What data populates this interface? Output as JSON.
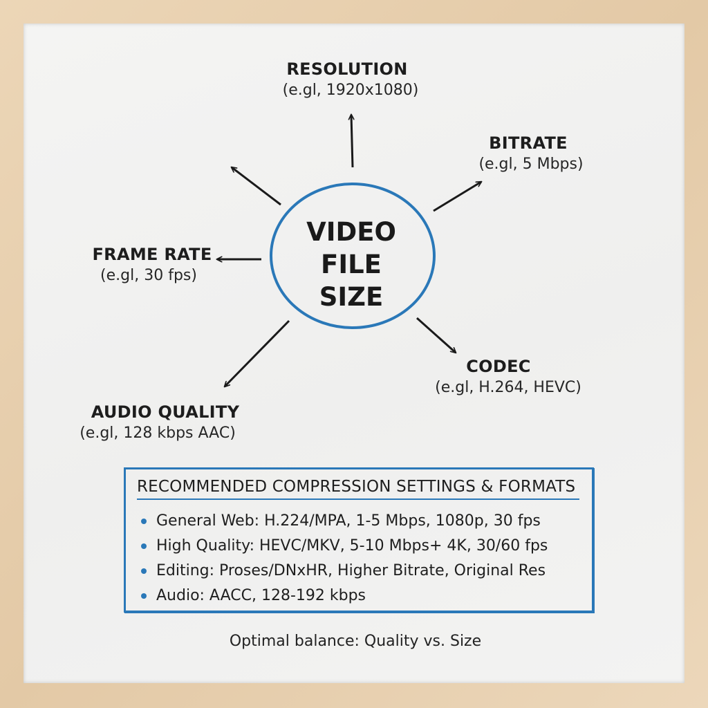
{
  "center": {
    "lines": [
      "VIDEO",
      "FILE",
      "SIZE"
    ]
  },
  "nodes": {
    "resolution": {
      "title": "RESOLUTION",
      "example": "(e.gl, 1920x1080)"
    },
    "bitrate": {
      "title": "BITRATE",
      "example": "(e.gl, 5 Mbps)"
    },
    "frame_rate": {
      "title": "FRAME RATE",
      "example": "(e.gl, 30 fps)"
    },
    "codec": {
      "title": "CODEC",
      "example": "(e.gl, H.264, HEVC)"
    },
    "audio_quality": {
      "title": "AUDIO QUALITY",
      "example": "(e.gl, 128 kbps AAC)"
    }
  },
  "recommendations": {
    "title": "RECOMMENDED COMPRESSION SETTINGS & FORMATS",
    "items": [
      "General Web: H.224/MPA, 1-5 Mbps, 1080p, 30 fps",
      "High Quality: HEVC/MKV, 5-10 Mbps+ 4K, 30/60 fps",
      "Editing: Proses/DNxHR, Higher Bitrate, Original Res",
      "Audio: AACC, 128-192 kbps"
    ]
  },
  "footer": "Optimal balance: Quality vs. Size",
  "colors": {
    "accent": "#2a78b8",
    "frame": "#e9d3b4",
    "board": "#f1f1f0",
    "ink": "#1d1d1d"
  }
}
